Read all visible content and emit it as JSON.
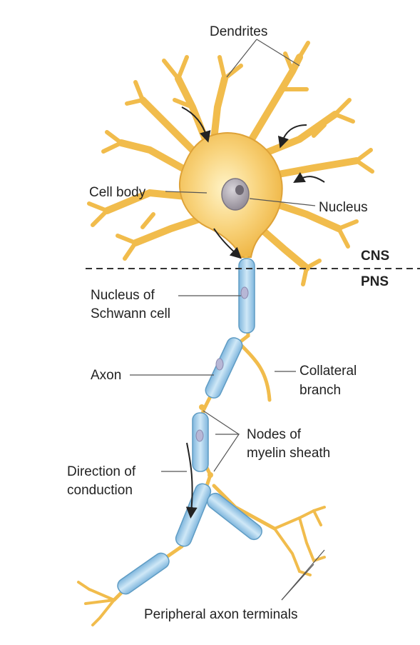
{
  "labels": {
    "dendrites": "Dendrites",
    "cell_body": "Cell body",
    "nucleus": "Nucleus",
    "cns": "CNS",
    "pns": "PNS",
    "schwann_line1": "Nucleus of",
    "schwann_line2": "Schwann cell",
    "axon": "Axon",
    "collateral_line1": "Collateral",
    "collateral_line2": "branch",
    "nodes_line1": "Nodes of",
    "nodes_line2": "myelin sheath",
    "direction_line1": "Direction of",
    "direction_line2": "conduction",
    "terminals": "Peripheral axon terminals"
  },
  "colors": {
    "neuron_fill": "#f6c350",
    "neuron_outline": "#d9982c",
    "nucleus_fill": "#9e97a0",
    "myelin_fill": "#a9d2ec",
    "myelin_outline": "#5f9cc4",
    "arrow": "#222222"
  }
}
